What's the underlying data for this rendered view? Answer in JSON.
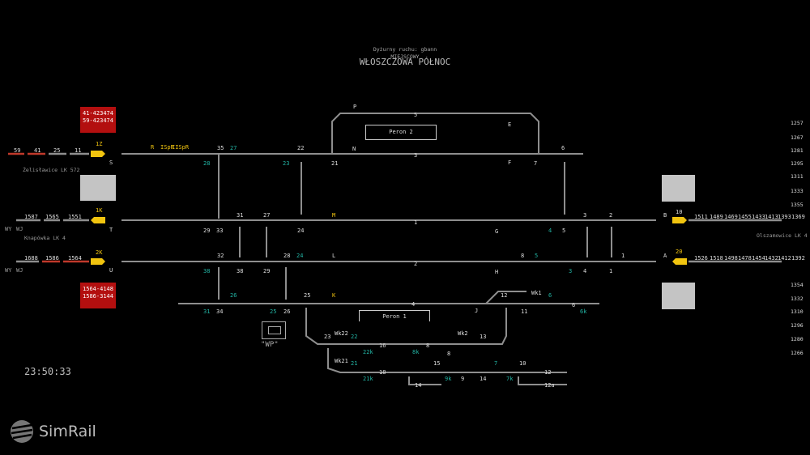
{
  "header": {
    "duty": "Dyżurny ruchu: gbann",
    "mode": "MIEJSCOWY",
    "station": "WŁOSZCZOWA PÓŁNOC"
  },
  "clock": "23:50:33",
  "logo": "SimRail",
  "lines": {
    "left_top": "Żelisławice LK 572",
    "left_mid": "Knapówka LK 4",
    "right_mid": "Olszamowice LK 4"
  },
  "train_boxes": {
    "top": [
      "41-423474",
      "59-423474"
    ],
    "bottom": [
      "1564-4148",
      "1586-3144"
    ]
  },
  "platforms": {
    "p1": "Peron 1",
    "p2": "Peron 2"
  },
  "wp": "\"WP\"",
  "wy_wj": {
    "wy": "WY",
    "wj": "WJ"
  },
  "signals_yellow": [
    "1Z",
    "1K",
    "2K",
    "R",
    "ISpR",
    "IISpR",
    "N",
    "P",
    "E",
    "F",
    "M",
    "G",
    "L",
    "H",
    "K",
    "J",
    "B",
    "A",
    "10",
    "20",
    "S",
    "T",
    "U",
    "Wk1",
    "Wk2",
    "Wk21",
    "Wk22"
  ],
  "left_blocks": {
    "top": [
      "59",
      "41",
      "25",
      "11"
    ],
    "mid": [
      "1587",
      "1565",
      "1551"
    ],
    "bot": [
      "1688",
      "1586",
      "1564"
    ]
  },
  "right_blocks": {
    "top": [
      "1511",
      "1489",
      "1469",
      "1455",
      "1433",
      "1413",
      "1393",
      "1369"
    ],
    "bot": [
      "1526",
      "1518",
      "1498",
      "1478",
      "1454",
      "1432",
      "1412",
      "1392"
    ]
  },
  "km_scale_top": [
    "1257",
    "1267",
    "1281",
    "1295",
    "1311",
    "1333",
    "1355"
  ],
  "km_scale_bot": [
    "1354",
    "1332",
    "1310",
    "1296",
    "1280",
    "1266"
  ],
  "track_labels": {
    "t5": "5",
    "t3": "3",
    "t1": "1",
    "t2": "2",
    "t4": "4",
    "sw35": "35",
    "sw27a": "27",
    "sw22": "22",
    "sw21": "21",
    "sw6": "6",
    "sw7": "7",
    "sw28a": "28",
    "sw23": "23",
    "sw31": "31",
    "sw27b": "27",
    "sw24": "24",
    "sw29a": "29",
    "sw33": "33",
    "sw3a": "3",
    "sw2a": "2",
    "sw4a": "4",
    "sw5": "5",
    "sw32": "32",
    "sw28b": "28",
    "sw24b": "24",
    "sw8": "8",
    "sw5b": "5",
    "sw1": "1",
    "sw38a": "38",
    "sw38b": "38",
    "sw29b": "29",
    "sw3b": "3",
    "sw4b": "4",
    "sw1b": "1",
    "sw26a": "26",
    "sw25a": "25",
    "sw12": "12",
    "sw6b": "6",
    "sw31b": "31",
    "sw34": "34",
    "sw25b": "25",
    "sw26b": "26",
    "sw11": "11",
    "sw6c": "6",
    "sw6k": "6k",
    "sw23b": "23",
    "sw22b": "22",
    "sw16": "16",
    "sw8b": "8",
    "sw13": "13",
    "sw22k": "22k",
    "sw8k": "8k",
    "sw8c": "8",
    "sw21b": "21",
    "sw18": "18",
    "sw15": "15",
    "sw7b": "7",
    "sw10": "10",
    "sw12b": "12",
    "sw21k": "21k",
    "sw9k": "9k",
    "sw9": "9",
    "sw14": "14",
    "sw7k": "7k",
    "sw14b": "14",
    "sw12a": "12a"
  }
}
